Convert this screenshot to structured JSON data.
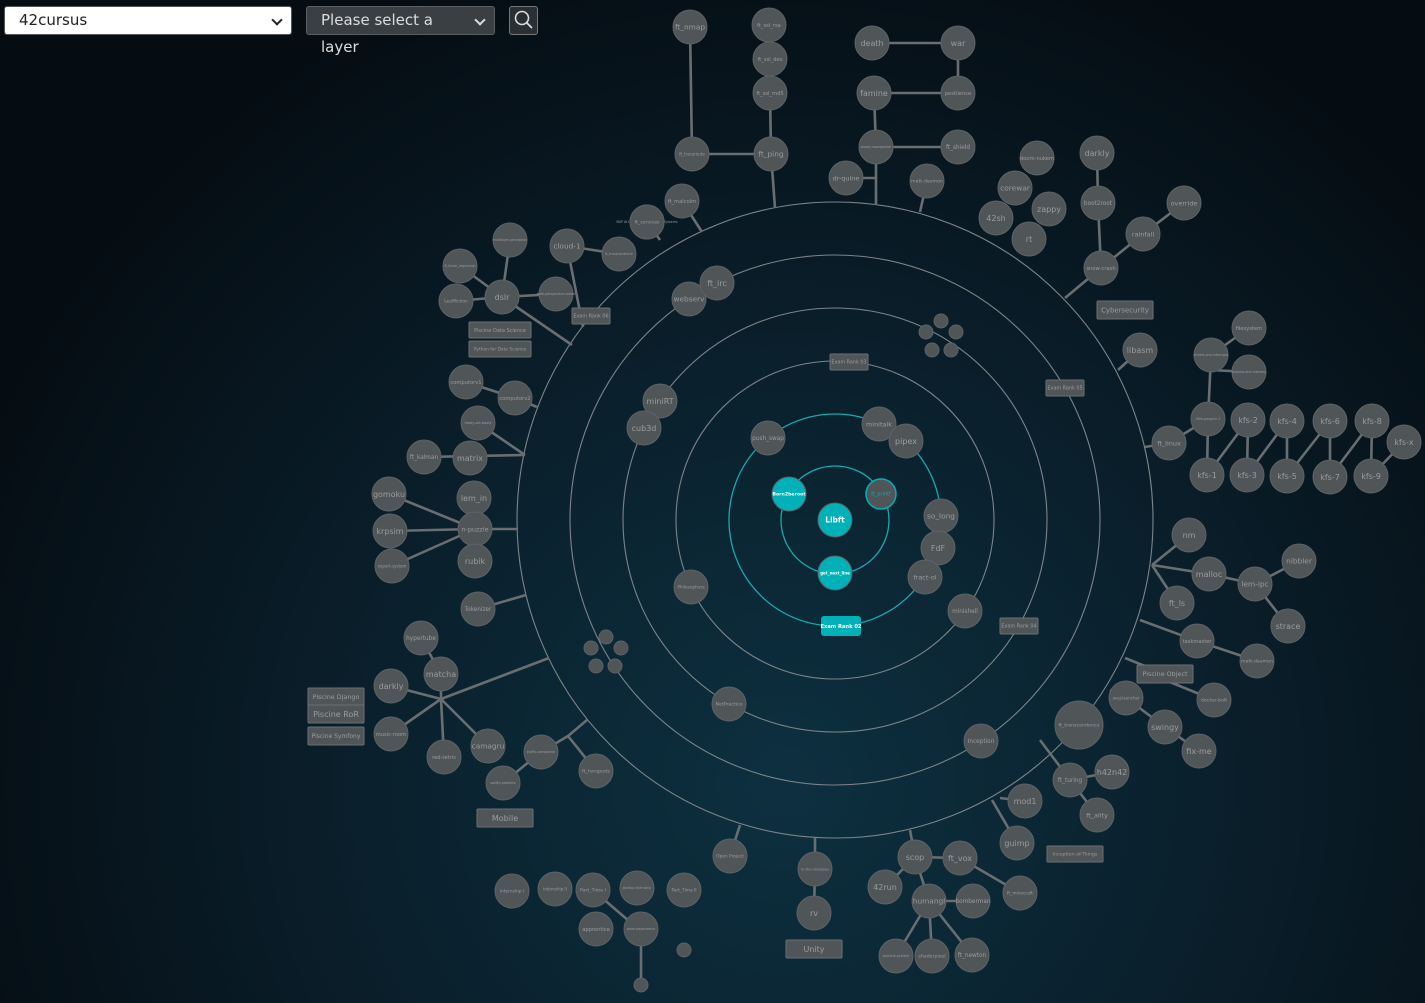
{
  "toolbar": {
    "cursus_value": "42cursus",
    "layer_placeholder": "Please select a layer",
    "search_icon": "search-icon"
  },
  "colors": {
    "background": "#07141c",
    "node_locked": "#505558",
    "node_available": "#00b2b8",
    "ring": "#7d8489",
    "ring_active": "#17aab0",
    "link": "#6a6e71",
    "label_locked": "#9a9d9f",
    "label_available": "#ffffff"
  },
  "graph": {
    "nodes": [
      {
        "id": "libft",
        "label": "Libft",
        "state": "available",
        "r": 17
      },
      {
        "id": "born2beroot",
        "label": "Born2beroot",
        "state": "available",
        "r": 17
      },
      {
        "id": "ft_printf",
        "label": "ft_printf",
        "state": "active",
        "r": 15
      },
      {
        "id": "gnl",
        "label": "get_next_line",
        "state": "available",
        "r": 17
      },
      {
        "id": "exam02",
        "label": "Exam Rank 02",
        "state": "available",
        "shape": "box",
        "w": 40,
        "h": 20
      },
      {
        "id": "push_swap",
        "label": "push_swap"
      },
      {
        "id": "minitalk",
        "label": "minitalk"
      },
      {
        "id": "pipex",
        "label": "pipex"
      },
      {
        "id": "so_long",
        "label": "so_long"
      },
      {
        "id": "fdf",
        "label": "FdF"
      },
      {
        "id": "fractol",
        "label": "fract-ol"
      },
      {
        "id": "exam03",
        "label": "Exam Rank 03",
        "shape": "box",
        "w": 38,
        "h": 16
      },
      {
        "id": "philosophers",
        "label": "Philosophers"
      },
      {
        "id": "minishell",
        "label": "minishell"
      },
      {
        "id": "minirt",
        "label": "miniRT"
      },
      {
        "id": "cub3d",
        "label": "cub3d"
      },
      {
        "id": "netpractice",
        "label": "NetPractice"
      },
      {
        "id": "exam04",
        "label": "Exam Rank 04",
        "shape": "box",
        "w": 38,
        "h": 16
      },
      {
        "id": "webserv",
        "label": "webserv"
      },
      {
        "id": "ft_irc",
        "label": "ft_irc"
      },
      {
        "id": "exam05",
        "label": "Exam Rank 05",
        "shape": "box",
        "w": 38,
        "h": 16
      },
      {
        "id": "inception",
        "label": "Inception"
      },
      {
        "id": "exam06",
        "label": "Exam Rank 06",
        "shape": "box",
        "w": 38,
        "h": 16
      },
      {
        "id": "cpp_a",
        "label": ""
      },
      {
        "id": "cpp_b",
        "label": ""
      },
      {
        "id": "cpp_c",
        "label": ""
      },
      {
        "id": "cpp_d",
        "label": ""
      },
      {
        "id": "cpp_e",
        "label": ""
      },
      {
        "id": "cpp_f",
        "label": ""
      },
      {
        "id": "cpp_g",
        "label": ""
      },
      {
        "id": "cpp_h",
        "label": ""
      },
      {
        "id": "cpp_i",
        "label": ""
      },
      {
        "id": "cpp_j",
        "label": ""
      },
      {
        "id": "ft_nmap",
        "label": "ft_nmap"
      },
      {
        "id": "ft_ssl_rsa",
        "label": "ft_ssl_rsa"
      },
      {
        "id": "ft_ssl_des",
        "label": "ft_ssl_des"
      },
      {
        "id": "ft_ssl_md5",
        "label": "ft_ssl_md5"
      },
      {
        "id": "ft_traceroute",
        "label": "ft_traceroute"
      },
      {
        "id": "ft_ping",
        "label": "ft_ping"
      },
      {
        "id": "ft_malcolm",
        "label": "ft_malcolm"
      },
      {
        "id": "death",
        "label": "death"
      },
      {
        "id": "war",
        "label": "war"
      },
      {
        "id": "famine",
        "label": "famine"
      },
      {
        "id": "pestilence",
        "label": "pestilence"
      },
      {
        "id": "woody",
        "label": "woody-woodpacker"
      },
      {
        "id": "ft_shield",
        "label": "ft_shield"
      },
      {
        "id": "dr_quine",
        "label": "dr-quine"
      },
      {
        "id": "matt_daemon",
        "label": "matt-daemon"
      },
      {
        "id": "corewar",
        "label": "corewar"
      },
      {
        "id": "doom_nukem",
        "label": "doom-nukem"
      },
      {
        "id": "zappy",
        "label": "zappy"
      },
      {
        "id": "42sh",
        "label": "42sh"
      },
      {
        "id": "rt",
        "label": "rt"
      },
      {
        "id": "snow_crash",
        "label": "snow-crash"
      },
      {
        "id": "boot2root",
        "label": "boot2root"
      },
      {
        "id": "darkly",
        "label": "darkly"
      },
      {
        "id": "rainfall",
        "label": "rainfall"
      },
      {
        "id": "override",
        "label": "override"
      },
      {
        "id": "cybersecurity",
        "label": "Cybersecurity",
        "shape": "box",
        "w": 56,
        "h": 18
      },
      {
        "id": "libasm",
        "label": "libasm"
      },
      {
        "id": "malloc",
        "label": "malloc"
      },
      {
        "id": "nm",
        "label": "nm"
      },
      {
        "id": "ft_ls",
        "label": "ft_ls"
      },
      {
        "id": "ft_linux",
        "label": "ft_linux"
      },
      {
        "id": "little_penguin",
        "label": "little-penguin-1"
      },
      {
        "id": "filesystem",
        "label": "filesystem"
      },
      {
        "id": "drivers",
        "label": "drivers-and-interrupts"
      },
      {
        "id": "process_mem",
        "label": "process-and-memory"
      },
      {
        "id": "kfs1",
        "label": "kfs-1"
      },
      {
        "id": "kfs2",
        "label": "kfs-2"
      },
      {
        "id": "kfs3",
        "label": "kfs-3"
      },
      {
        "id": "kfs4",
        "label": "kfs-4"
      },
      {
        "id": "kfs5",
        "label": "kfs-5"
      },
      {
        "id": "kfs6",
        "label": "kfs-6"
      },
      {
        "id": "kfs7",
        "label": "kfs-7"
      },
      {
        "id": "kfs8",
        "label": "kfs-8"
      },
      {
        "id": "kfs9",
        "label": "kfs-9"
      },
      {
        "id": "kfsx",
        "label": "kfs-x"
      },
      {
        "id": "nibbler",
        "label": "nibbler"
      },
      {
        "id": "lem_ipc",
        "label": "lem-ipc"
      },
      {
        "id": "strace",
        "label": "strace"
      },
      {
        "id": "taskmaster",
        "label": "taskmaster"
      },
      {
        "id": "matt_daemon2",
        "label": "matt-daemon"
      },
      {
        "id": "piscine_object",
        "label": "Piscine Object",
        "shape": "box",
        "w": 56,
        "h": 18
      },
      {
        "id": "ft_transcendence",
        "label": "ft_transcendence",
        "r": 24
      },
      {
        "id": "avaj",
        "label": "avaj-launcher"
      },
      {
        "id": "swingy",
        "label": "swingy"
      },
      {
        "id": "fixme",
        "label": "fix-me"
      },
      {
        "id": "docker_bolt",
        "label": "docker-bolt"
      },
      {
        "id": "ft_turing",
        "label": "ft_turing"
      },
      {
        "id": "h42n42",
        "label": "h42n42"
      },
      {
        "id": "ft_ality",
        "label": "ft_ality"
      },
      {
        "id": "mod1",
        "label": "mod1"
      },
      {
        "id": "guimp",
        "label": "guimp"
      },
      {
        "id": "inception_of_things",
        "label": "Inception-of-Things",
        "shape": "box",
        "w": 56,
        "h": 16
      },
      {
        "id": "ft_vox",
        "label": "ft_vox"
      },
      {
        "id": "scop",
        "label": "scop"
      },
      {
        "id": "42run",
        "label": "42run"
      },
      {
        "id": "humangl",
        "label": "humangl"
      },
      {
        "id": "bomberman",
        "label": "bomberman"
      },
      {
        "id": "ft_minecraft",
        "label": "ft_minecraft"
      },
      {
        "id": "particle_system",
        "label": "particle-system"
      },
      {
        "id": "shaderpixel",
        "label": "shaderpixel"
      },
      {
        "id": "ft_newton",
        "label": "ft_newton"
      },
      {
        "id": "in_the_shadows",
        "label": "in-the-shadows"
      },
      {
        "id": "rv",
        "label": "rv"
      },
      {
        "id": "unity",
        "label": "Unity",
        "shape": "box",
        "w": 56,
        "h": 18
      },
      {
        "id": "open_project",
        "label": "Open Project"
      },
      {
        "id": "internship",
        "label": "internship I"
      },
      {
        "id": "internship2",
        "label": "internship II"
      },
      {
        "id": "part_time1",
        "label": "Part_Time I"
      },
      {
        "id": "part_time2",
        "label": "Part_Time II"
      },
      {
        "id": "startup",
        "label": "startup internship"
      },
      {
        "id": "apprentice",
        "label": "apprentice"
      },
      {
        "id": "work_exp",
        "label": "work-experience"
      },
      {
        "id": "alt_1",
        "label": ""
      },
      {
        "id": "alt_2",
        "label": ""
      },
      {
        "id": "ft_hangouts",
        "label": "ft_hangouts"
      },
      {
        "id": "swifty_companion",
        "label": "swifty-companion"
      },
      {
        "id": "swifty_proteins",
        "label": "swifty-proteins"
      },
      {
        "id": "mobile",
        "label": "Mobile",
        "shape": "box",
        "w": 56,
        "h": 18
      },
      {
        "id": "hypertube",
        "label": "hypertube"
      },
      {
        "id": "matcha",
        "label": "matcha"
      },
      {
        "id": "darkly2",
        "label": "darkly"
      },
      {
        "id": "camagru",
        "label": "camagru"
      },
      {
        "id": "red_tetris",
        "label": "red-tetris"
      },
      {
        "id": "music_room",
        "label": "music-room"
      },
      {
        "id": "piscine_django",
        "label": "Piscine Django",
        "shape": "box",
        "w": 56,
        "h": 18
      },
      {
        "id": "piscine_ror",
        "label": "Piscine RoR",
        "shape": "box",
        "w": 56,
        "h": 18
      },
      {
        "id": "piscine_symfony",
        "label": "Piscine Symfony",
        "shape": "box",
        "w": 56,
        "h": 18
      },
      {
        "id": "tokenizer",
        "label": "Tokenizer"
      },
      {
        "id": "gomoku",
        "label": "gomoku"
      },
      {
        "id": "krpsim",
        "label": "krpsim"
      },
      {
        "id": "expert_system",
        "label": "expert-system"
      },
      {
        "id": "lem_in",
        "label": "lem_in"
      },
      {
        "id": "n_puzzle",
        "label": "n-puzzle"
      },
      {
        "id": "rubik",
        "label": "rubik"
      },
      {
        "id": "ft_kalman",
        "label": "ft_kalman"
      },
      {
        "id": "matrix",
        "label": "matrix"
      },
      {
        "id": "ready_set_boole",
        "label": "ready-set-boole"
      },
      {
        "id": "computorv1",
        "label": "computorv1"
      },
      {
        "id": "computorv2",
        "label": "computorv2"
      },
      {
        "id": "ft_linear",
        "label": "ft_linear_regression"
      },
      {
        "id": "dslr",
        "label": "dslr"
      },
      {
        "id": "leaffliction",
        "label": "Leaffliction"
      },
      {
        "id": "multilayer",
        "label": "multilayer-perceptron"
      },
      {
        "id": "total_perspective",
        "label": "total-perspective-vortex"
      },
      {
        "id": "piscine_ds",
        "label": "Piscine Data Science",
        "shape": "box",
        "w": 62,
        "h": 16
      },
      {
        "id": "python_ds",
        "label": "Python for Data Science",
        "shape": "box",
        "w": 62,
        "h": 16
      },
      {
        "id": "cloud1",
        "label": "cloud-1"
      },
      {
        "id": "transcendence_t",
        "label": "ft_transcendence"
      },
      {
        "id": "bgp",
        "label": "BGP At Doors of Autonomous Systems"
      },
      {
        "id": "ft_services",
        "label": "ft_services"
      }
    ]
  }
}
